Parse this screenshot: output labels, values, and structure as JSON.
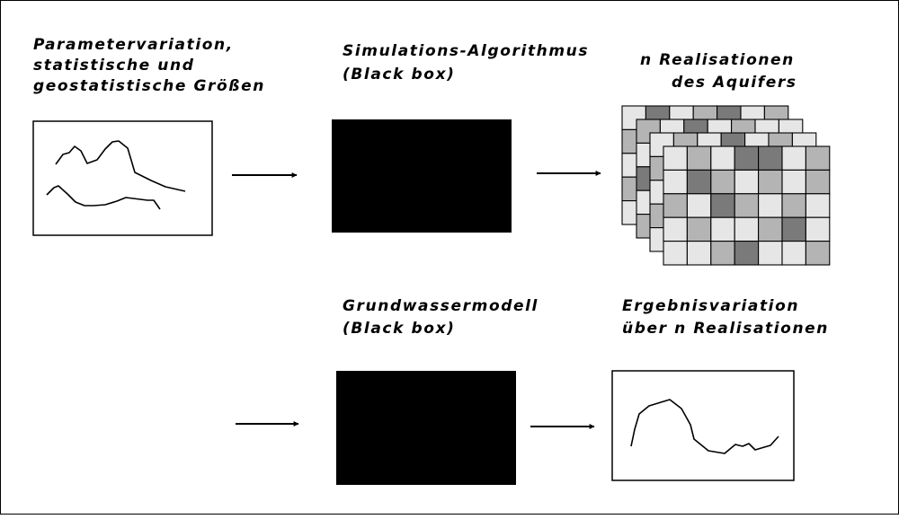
{
  "labels": {
    "params_line1": "Parametervariation,",
    "params_line2": "statistische und",
    "params_line3": "geostatistische Größen",
    "sim_line1": "Simulations-Algorithmus",
    "sim_line2": "(Black box)",
    "real_line1": "n Realisationen",
    "real_line2": "des Aquifers",
    "gw_line1": "Grundwassermodell",
    "gw_line2": "(Black box)",
    "result_line1": "Ergebnisvariation",
    "result_line2": "über n Realisationen"
  },
  "colors": {
    "ink": "#000000",
    "background": "#ffffff",
    "grid_light": "#e6e6e6",
    "grid_mid": "#b4b4b4",
    "grid_dark": "#7a7a7a"
  }
}
